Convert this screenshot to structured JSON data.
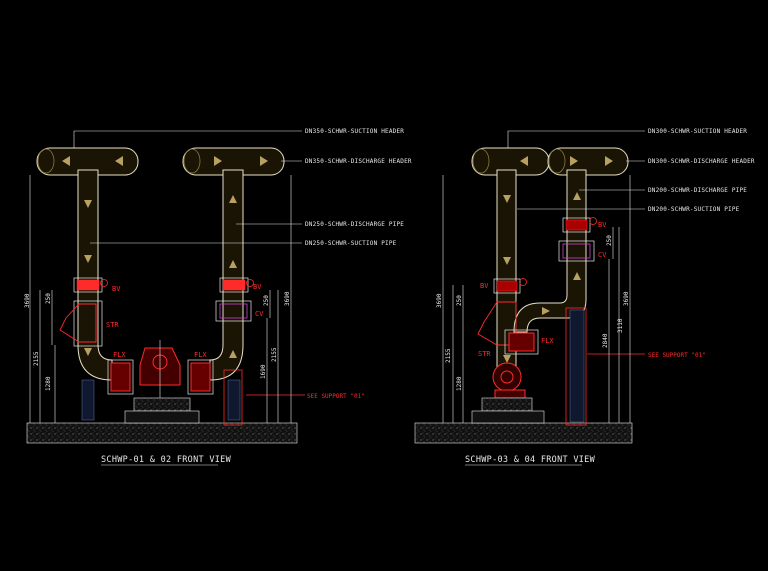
{
  "left_view": {
    "title": "SCHWP-01 & 02 FRONT VIEW",
    "callouts": {
      "suction_header": "DN350-SCHWR-SUCTION HEADER",
      "discharge_header": "DN350-SCHWR-DISCHARGE HEADER",
      "discharge_pipe": "DN250-SCHWR-DISCHARGE PIPE",
      "suction_pipe": "DN250-SCHWR-SUCTION PIPE",
      "support": "SEE SUPPORT \"01\""
    },
    "tags": {
      "bv_left": "BV",
      "bv_right": "BV",
      "str": "STR",
      "cv": "CV",
      "flx_left": "FLX",
      "flx_right": "FLX"
    },
    "dimensions": {
      "total_left": "3690",
      "gap_left": "250",
      "mid_left": "2155",
      "low_left": "1280",
      "low_right": "1690",
      "mid_right": "2155",
      "gap_right": "250",
      "total_right": "3690"
    }
  },
  "right_view": {
    "title": "SCHWP-03 & 04 FRONT VIEW",
    "callouts": {
      "suction_header": "DN300-SCHWR-SUCTION HEADER",
      "discharge_header": "DN300-SCHWR-DISCHARGE HEADER",
      "discharge_pipe": "DN200-SCHWR-DISCHARGE PIPE",
      "suction_pipe": "DN200-SCHWR-SUCTION PIPE",
      "support": "SEE SUPPORT \"01\""
    },
    "tags": {
      "bv_left": "BV",
      "bv_right": "BV",
      "str": "STR",
      "cv": "CV",
      "flx": "FLX"
    },
    "dimensions": {
      "total_left": "3690",
      "gap_left": "250",
      "mid_left": "2155",
      "low_left": "1280",
      "low_right": "2840",
      "mid_right": "3110",
      "total_right": "3690",
      "gap_right": "250"
    }
  }
}
